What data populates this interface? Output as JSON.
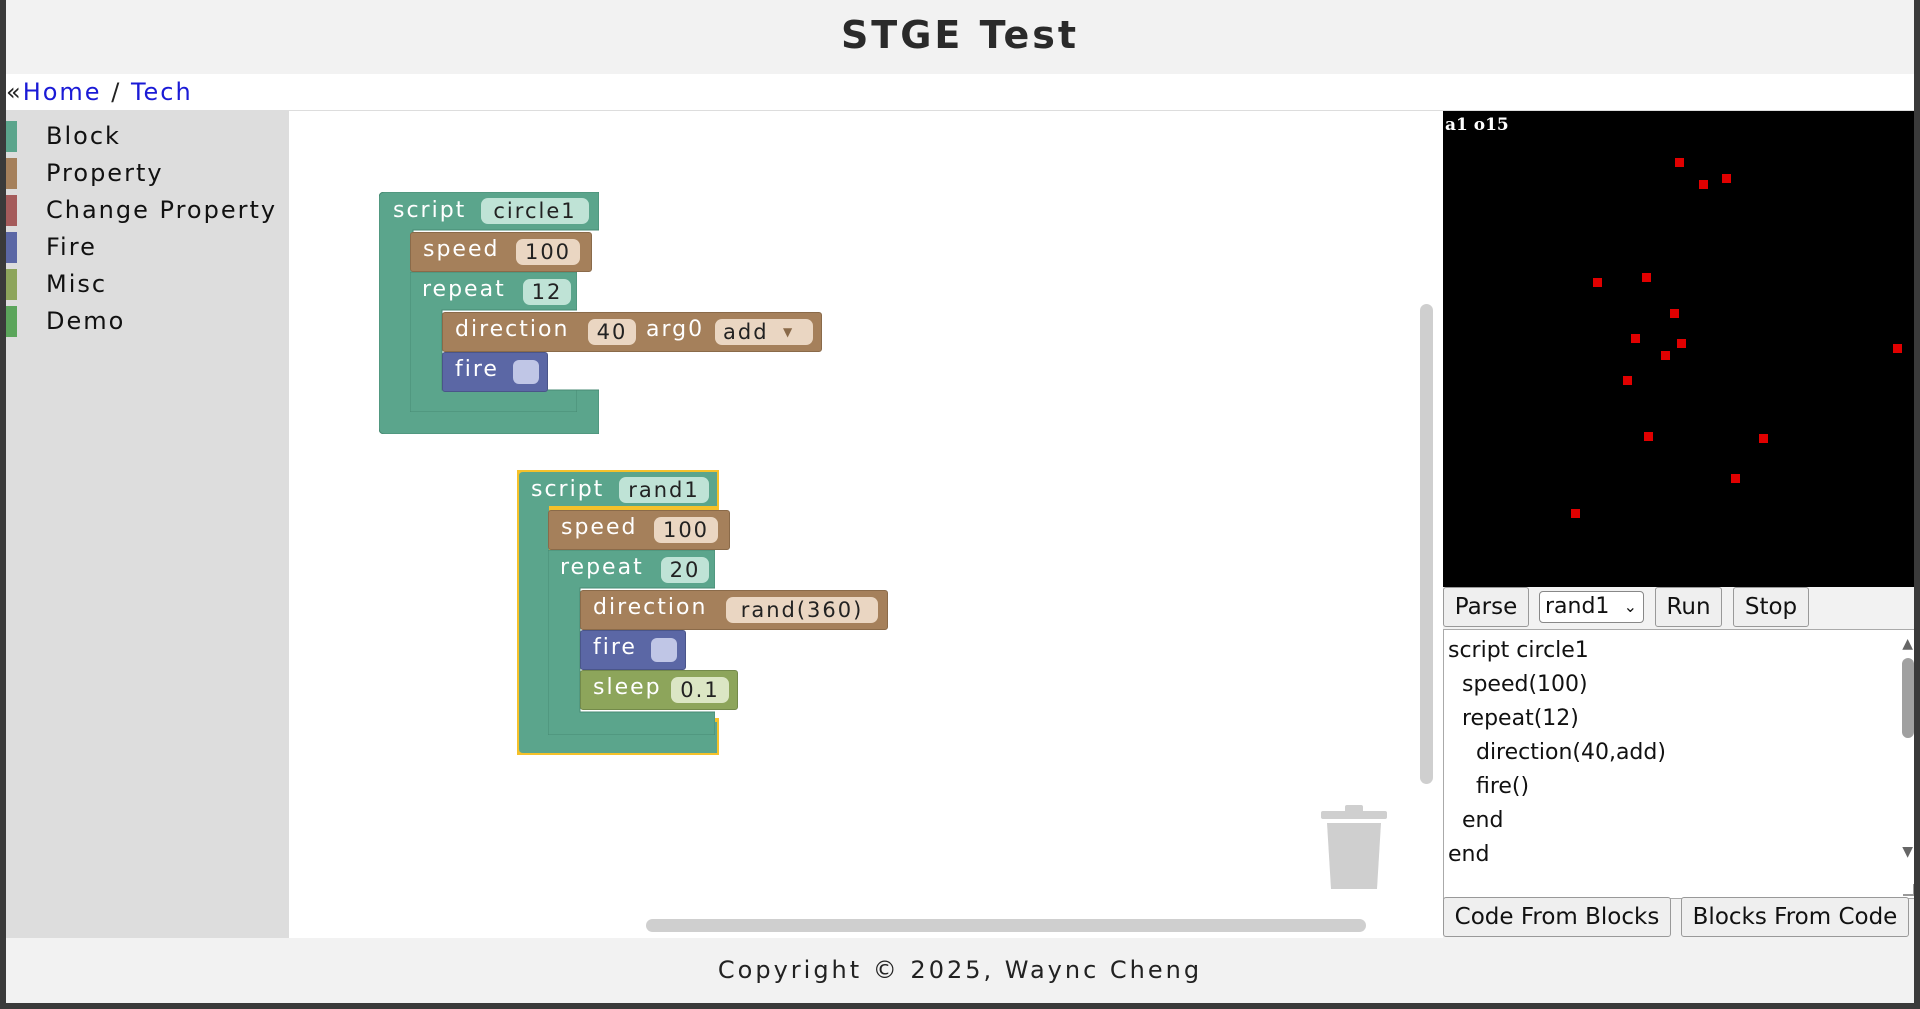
{
  "header": {
    "title": "STGE Test"
  },
  "breadcrumb": {
    "prefix": "«",
    "home": "Home",
    "separator": "/",
    "tech": "Tech"
  },
  "toolbox": {
    "categories": [
      {
        "label": "Block",
        "color": "#5ba58c"
      },
      {
        "label": "Property",
        "color": "#a5805b"
      },
      {
        "label": "Change Property",
        "color": "#a55b5b"
      },
      {
        "label": "Fire",
        "color": "#5b67a5"
      },
      {
        "label": "Misc",
        "color": "#8da55b"
      },
      {
        "label": "Demo",
        "color": "#5ba55b"
      }
    ]
  },
  "workspace": {
    "script1": {
      "keyword": "script",
      "name": "circle1",
      "speed_label": "speed",
      "speed_value": "100",
      "repeat_label": "repeat",
      "repeat_value": "12",
      "direction_label": "direction",
      "direction_value": "40",
      "arg_label": "arg0",
      "mode": "add",
      "fire_label": "fire"
    },
    "script2": {
      "keyword": "script",
      "name": "rand1",
      "speed_label": "speed",
      "speed_value": "100",
      "repeat_label": "repeat",
      "repeat_value": "20",
      "direction_label": "direction",
      "direction_value": "rand(360)",
      "fire_label": "fire",
      "sleep_label": "sleep",
      "sleep_value": "0.1"
    }
  },
  "preview": {
    "status": "a1 o15",
    "bullet_color": "#e10000"
  },
  "controls": {
    "parse": "Parse",
    "selected_script": "rand1",
    "run": "Run",
    "stop": "Stop",
    "code_from_blocks": "Code From Blocks",
    "blocks_from_code": "Blocks From Code"
  },
  "code": {
    "text": "script circle1\n  speed(100)\n  repeat(12)\n    direction(40,add)\n    fire()\n  end\nend"
  },
  "footer": {
    "text": "Copyright © 2025, Waync Cheng"
  }
}
